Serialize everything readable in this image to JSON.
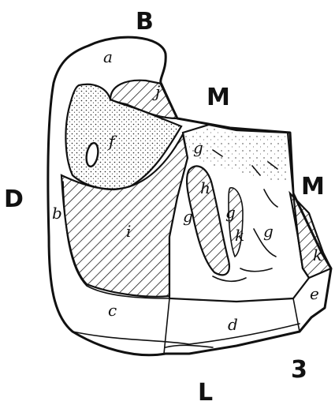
{
  "orientation_labels": {
    "top": "B",
    "upper_right": "M",
    "right": "M",
    "left": "D",
    "bottom": "L",
    "figure_number": "3"
  },
  "region_labels": {
    "a": "a",
    "b": "b",
    "c": "c",
    "d": "d",
    "e": "e",
    "f": "f",
    "g1": "g",
    "g2": "g",
    "g3": "g",
    "g4": "g",
    "h": "h",
    "i": "i",
    "j": "j",
    "k1": "k",
    "k2": "k",
    "o": "0"
  }
}
